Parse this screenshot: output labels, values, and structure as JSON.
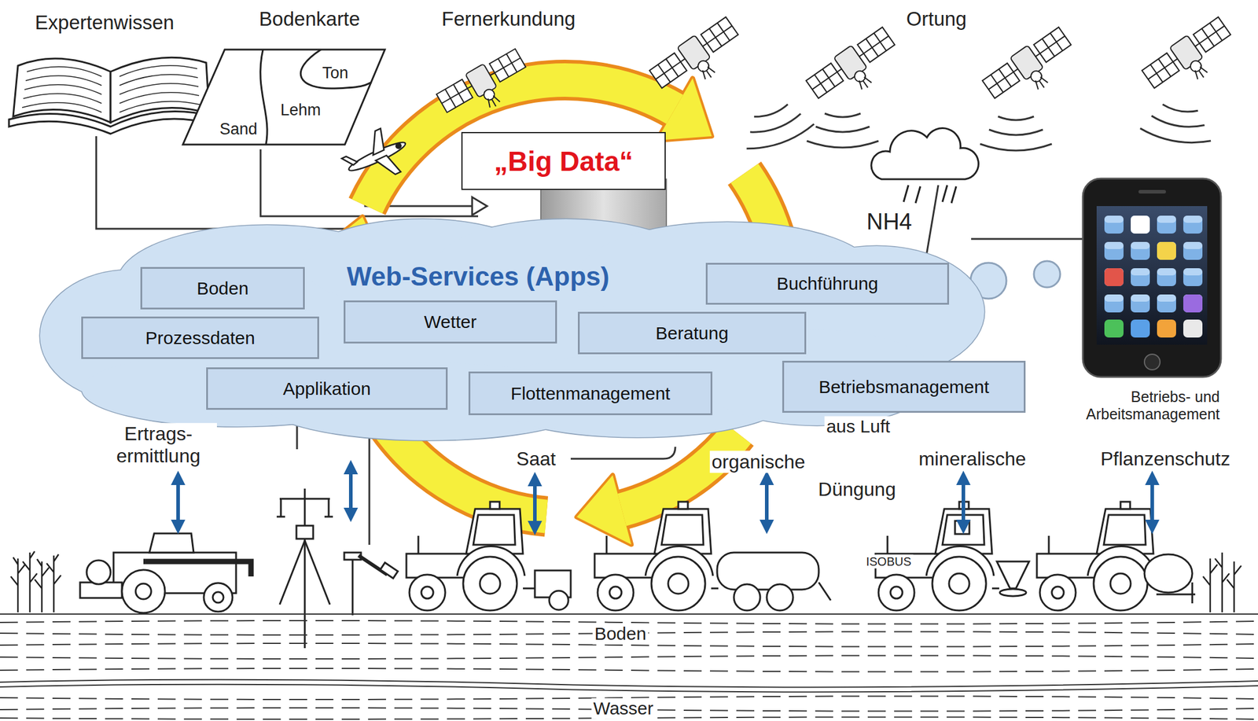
{
  "diagram": {
    "nodes": [
      {
        "text": [
          "„Big Data“"
        ]
      },
      {
        "text": [
          "Web-Services (Apps)"
        ]
      },
      {
        "text": [
          "Boden"
        ],
        "in": 1
      },
      {
        "text": [
          "Buchführung"
        ],
        "in": 1
      },
      {
        "text": [
          "Prozessdaten"
        ],
        "in": 1
      },
      {
        "text": [
          "Wetter"
        ],
        "in": 1
      },
      {
        "text": [
          "Beratung"
        ],
        "in": 1
      },
      {
        "text": [
          "Applikation"
        ],
        "in": 1
      },
      {
        "text": [
          "Flottenmanagement"
        ],
        "in": 1
      },
      {
        "text": [
          "Betriebsmanagement"
        ],
        "in": 1
      }
    ],
    "labels": [
      "Expertenwissen",
      "Bodenkarte",
      "Ton",
      "Lehm",
      "Sand",
      "Fernerkundung",
      "Ortung",
      "NH4",
      "Betriebs- und Arbeitsmanagement",
      "Ertrags- ermittlung",
      "aus Luft",
      "Saat",
      "organische",
      "mineralische",
      "Pflanzenschutz",
      "Düngung",
      "ISOBUS",
      "Boden",
      "Wasser"
    ]
  }
}
